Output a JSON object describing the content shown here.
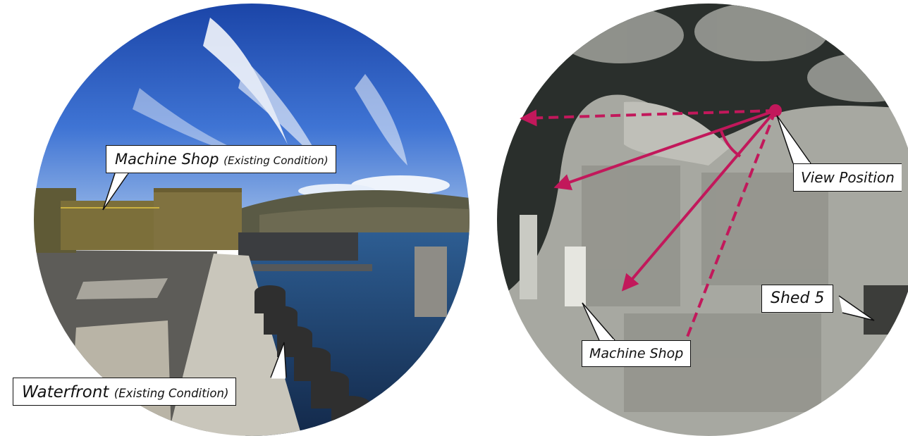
{
  "left_photo": {
    "callouts": {
      "machine_shop": {
        "main": "Machine Shop",
        "sub": "(Existing Condition)"
      },
      "waterfront": {
        "main": "Waterfront",
        "sub": "(Existing Condition)"
      }
    }
  },
  "right_map": {
    "callouts": {
      "view_position": "View Position",
      "shed_5": "Shed 5",
      "machine_shop": "Machine Shop"
    },
    "colors": {
      "view_lines": "#c2185b",
      "water": "#2a2f2c",
      "land": "#a9aaa3"
    }
  },
  "colors": {
    "sky_top": "#1f4fb8",
    "sky_bottom": "#5b8fe0",
    "lake": "#1d3f6e",
    "building": "#7a6e3a"
  }
}
